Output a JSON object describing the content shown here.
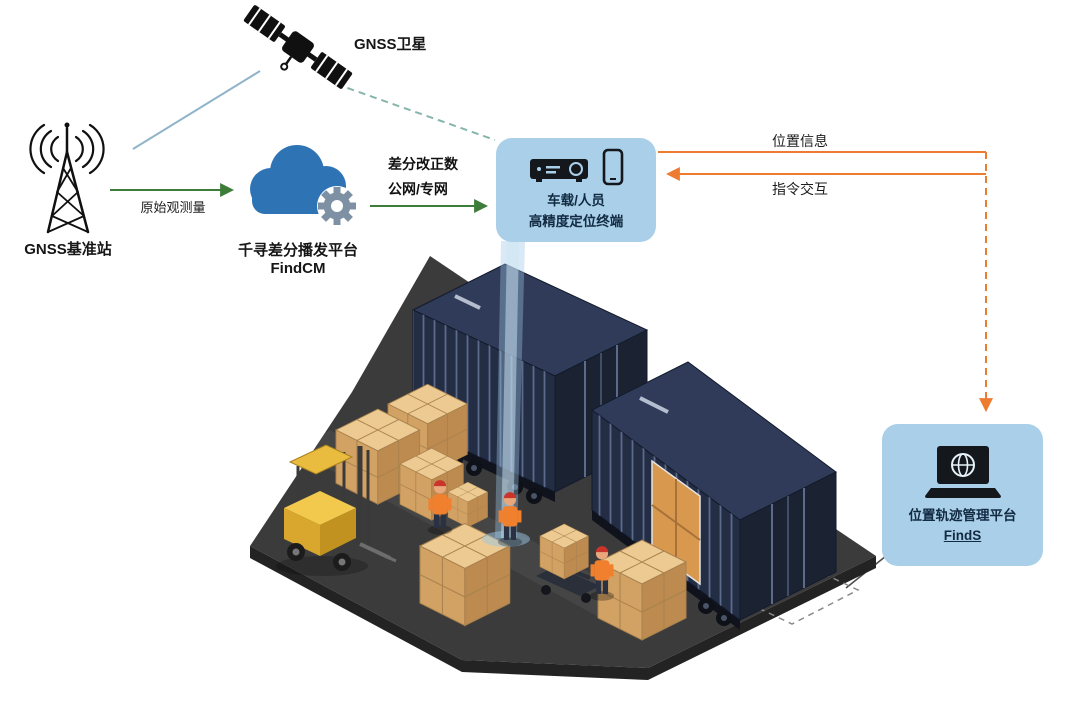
{
  "diagram": {
    "nodes": {
      "satellite": {
        "label": "GNSS卫星"
      },
      "base_station": {
        "label": "GNSS基准站"
      },
      "cloud_platform": {
        "name": "千寻差分播发平台",
        "product": "FindCM"
      },
      "terminal": {
        "line1": "车载/人员",
        "line2": "高精度定位终端"
      },
      "management_platform": {
        "name": "位置轨迹管理平台",
        "product": "FindS"
      }
    },
    "edges": {
      "raw_observation": {
        "label": "原始观测量"
      },
      "correction": {
        "line1": "差分改正数",
        "line2": "公网/专网"
      },
      "position_info": {
        "label": "位置信息"
      },
      "command_interaction": {
        "label": "指令交互"
      }
    },
    "icons": [
      "satellite-icon",
      "radio-tower-icon",
      "cloud-icon",
      "gear-icon",
      "gnss-receiver-icon",
      "smartphone-icon",
      "laptop-globe-icon",
      "positioning-beam",
      "shipping-container",
      "forklift",
      "pallet-stack",
      "worker-figure"
    ],
    "colors": {
      "node_box_bg": "#a9d0e8",
      "node_text": "#122a42",
      "arrow_green": "#3e7c3a",
      "arrow_orange": "#ed7c31",
      "satellite_link_blue": "#8fb4c9",
      "satellite_link_teal": "#86b5ab",
      "cloud_blue": "#2e74b5",
      "gear_gray": "#7e90a3",
      "beam_blue": "#9cc6e4",
      "platform_gray": "#3b3b3b",
      "container_navy": "#232d44",
      "carton_tan": "#d2a164",
      "forklift_yellow": "#e9bc3f"
    }
  }
}
